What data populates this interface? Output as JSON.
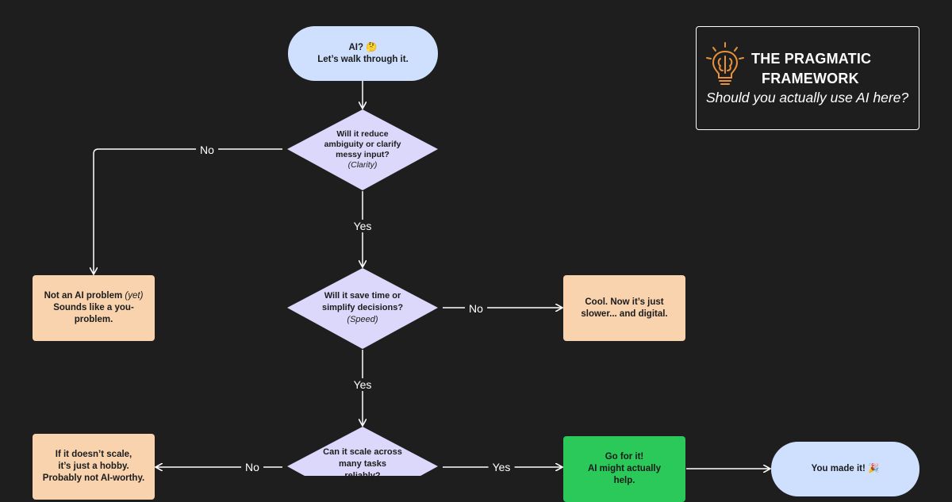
{
  "title_card": {
    "line1": "THE PRAGMATIC",
    "line2": "FRAMEWORK",
    "subtitle": "Should you actually use AI here?",
    "icon": "lightbulb-brain-icon",
    "icon_color": "#e8913a"
  },
  "nodes": {
    "start": {
      "line1": "AI? 🤔",
      "line2": "Let’s walk through it."
    },
    "q_clarity": {
      "line1": "Will it reduce",
      "line2": "ambiguity or clarify",
      "line3": "messy input?",
      "sub": "(Clarity)"
    },
    "q_speed": {
      "line1": "Will it save time or",
      "line2": "simplify decisions?",
      "sub": "(Speed)"
    },
    "q_scale": {
      "line1": "Can it scale across",
      "line2": "many tasks",
      "line3": "reliably?"
    },
    "not_ai": {
      "pre": "Not an AI problem ",
      "yet": "(yet)",
      "line2": "Sounds like a you-",
      "line3": "problem."
    },
    "slower": {
      "line1": "Cool. Now it’s just",
      "line2": "slower... and digital."
    },
    "hobby": {
      "line1": "If it doesn’t scale,",
      "line2": "it’s just a hobby.",
      "line3": "Probably not AI-worthy."
    },
    "go": {
      "line1": "Go for it!",
      "line2": "AI might actually",
      "line3": "help."
    },
    "made_it": {
      "line1": "You made it! 🎉"
    }
  },
  "edges": {
    "clarity_no": "No",
    "clarity_yes": "Yes",
    "speed_no": "No",
    "speed_yes": "Yes",
    "scale_no": "No",
    "scale_yes": "Yes"
  },
  "colors": {
    "background": "#1e1e1e",
    "pill": "#cfe0ff",
    "diamond": "#dcd8fb",
    "peach": "#f8d3ae",
    "green": "#2bc85a",
    "line": "#ffffff"
  }
}
